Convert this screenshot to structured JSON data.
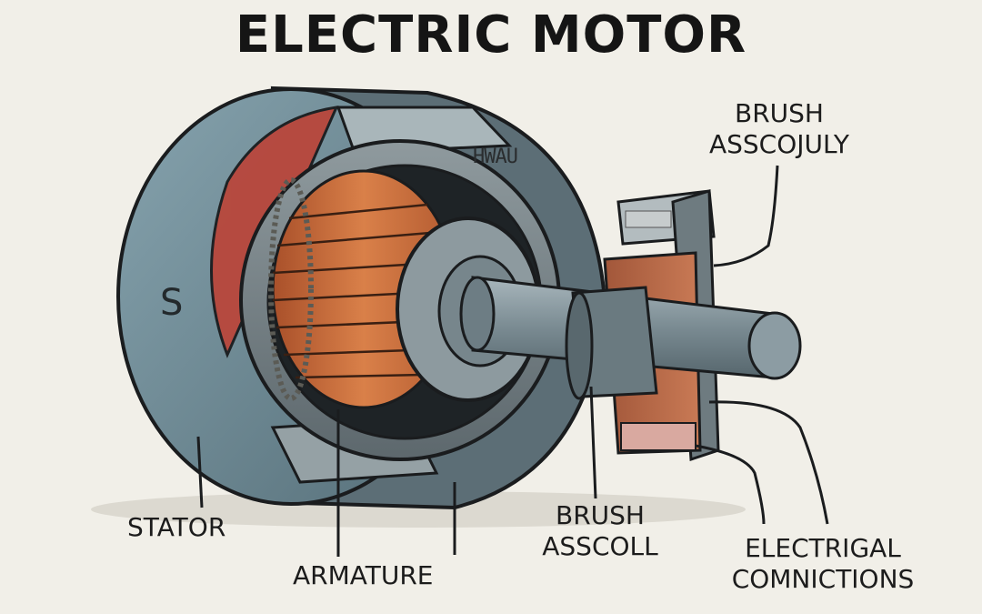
{
  "title": "ELECTRIC MOTOR",
  "pole_marker": "S",
  "housing_marking": "HWAU",
  "labels": {
    "brush_assembly_top": [
      "BRUSH",
      "ASSCOJULY"
    ],
    "stator": "STATOR",
    "armature": "ARMATURE",
    "brush_assembly_bottom": [
      "BRUSH",
      "ASSCOLL"
    ],
    "electrical_connections": [
      "ELECTRIGAL",
      "COMNICTIONS"
    ]
  },
  "colors": {
    "background": "#f1efe8",
    "stator_shell": "#6f8d99",
    "magnet_red": "#b9473c",
    "copper": "#c8693c",
    "shaft": "#7d8d95",
    "outline": "#1a1c1e"
  }
}
